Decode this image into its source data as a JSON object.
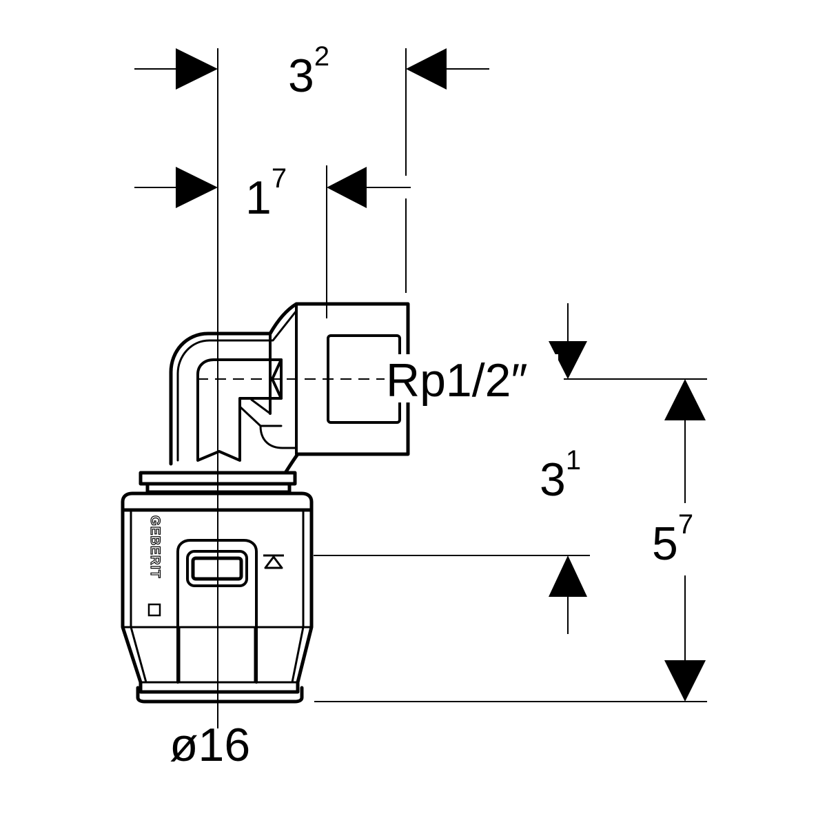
{
  "colors": {
    "line": "#000000",
    "background": "#ffffff"
  },
  "dimensions": {
    "top_overall": {
      "base": "3",
      "sup": "2"
    },
    "top_inner": {
      "base": "1",
      "sup": "7"
    },
    "right_upper": {
      "base": "3",
      "sup": "1"
    },
    "right_overall": {
      "base": "5",
      "sup": "7"
    },
    "thread_label": "Rp1/2″",
    "diameter_label": "ø16"
  },
  "brand": {
    "logo_text": "GEBERIT"
  },
  "icons": {
    "insertion_mark": "insertion-depth-mark-icon",
    "brand_logo": "geberit-logo-icon"
  }
}
